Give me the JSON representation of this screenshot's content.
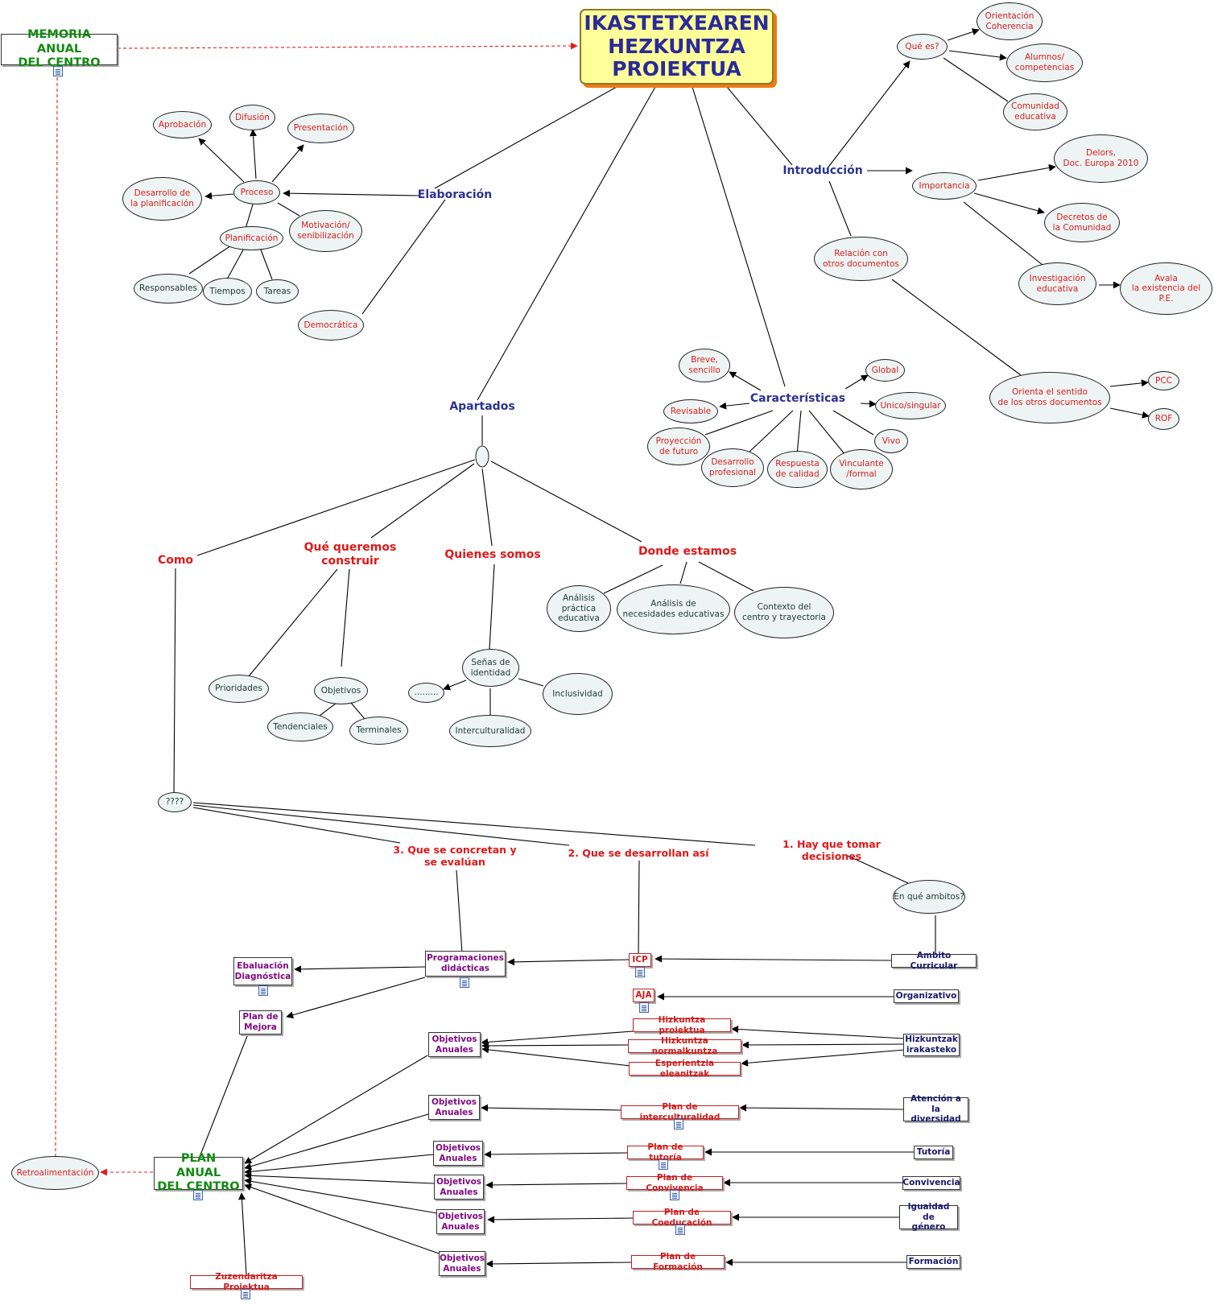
{
  "colors": {
    "title_fill": "#ffff99",
    "title_text": "#2a2a9a",
    "ellipse_fill": "#eef4f3",
    "red_text": "#d42020",
    "navy_label": "#2a3290",
    "section_red": "#e01818",
    "green_box": "#118a11",
    "purple_box": "#800a80",
    "navy_box": "#18186a",
    "feedback_line": "#e02020"
  },
  "icons": {
    "doc": "document-link-icon",
    "arrow": "arrowhead"
  },
  "title": "IKASTETXEAREN\nHEZKUNTZA\nPROIEKTUA",
  "memoria": "MEMORIA ANUAL\nDEL CENTRO",
  "elaboracion": {
    "label": "Elaboración",
    "proceso": "Proceso",
    "aprobacion": "Aprobación",
    "difusion": "Difusión",
    "presentacion": "Presentación",
    "desarrollo": "Desarrollo de\nla planificación",
    "motivacion": "Motivación/\nsenibilización",
    "planificacion": "Planificación",
    "responsables": "Responsables",
    "tiempos": "Tiempos",
    "tareas": "Tareas",
    "democratica": "Democrática"
  },
  "introduccion": {
    "label": "Introducción",
    "que_es": "Qué es?",
    "orientacion": "Orientación\nCoherencia",
    "alumnos": "Alumnos/\ncompetencias",
    "comunidad": "Comunidad\neducativa",
    "importancia": "Importancia",
    "delors": "Delors,\nDoc. Europa 2010",
    "decretos": "Decretos de\nla Comunidad",
    "investigacion": "Investigación\neducativa",
    "avala": "Avala\nla existencia del\nP.E.",
    "relacion": "Relación con\notros documentos",
    "orienta": "Orienta el sentido\nde los otros documentos",
    "pcc": "PCC",
    "rof": "ROF"
  },
  "caracteristicas": {
    "label": "Características",
    "breve": "Breve,\nsencillo",
    "revisable": "Revisable",
    "proyeccion": "Proyección\nde futuro",
    "desarrollo_prof": "Desarrollo\nprofesional",
    "respuesta": "Respuesta\nde calidad",
    "vinculante": "Vinculante\n/formal",
    "vivo": "Vivo",
    "unico": "Unico/singular",
    "global": "Global"
  },
  "apartados": {
    "label": "Apartados",
    "como": "Como",
    "que_queremos": "Qué queremos\nconstruir",
    "quienes": "Quienes somos",
    "donde": "Donde estamos",
    "prioridades": "Prioridades",
    "objetivos": "Objetivos",
    "tendenciales": "Tendenciales",
    "terminales": "Terminales",
    "senas": "Señas de\nidentidad",
    "dots": ".........",
    "inclusividad": "Inclusividad",
    "interculturalidad": "Interculturalidad",
    "analisis_practica": "Análisis\npráctica\neducativa",
    "analisis_necesidades": "Análisis de\nnecesidades educativas",
    "contexto": "Contexto del\ncentro y trayectoria"
  },
  "como": {
    "q": "????",
    "s3": "3. Que se concretan y\nse evalúan",
    "s2": "2. Que se desarrollan así",
    "s1": "1. Hay que tomar decisiones",
    "ambitos": "En qué ambitos?"
  },
  "plan": {
    "programaciones": "Programaciones\ndidácticas",
    "icp": "ICP",
    "aja": "AJA",
    "ebaluacion": "Ebaluación\nDiagnóstica",
    "mejora": "Plan de\nMejora",
    "hiz_proiektua": "Hizkuntza proiektua",
    "hiz_normal": "Hizkuntza normalkuntza",
    "esperientzia": "Esperientzia eleanitzak",
    "p_inter": "Plan de interculturalidad",
    "p_tutoria": "Plan de tutoría",
    "p_conv": "Plan de Convivencia",
    "p_coed": "Plan de Coeducación",
    "p_form": "Plan de Formación",
    "objetivos_anuales": "Objetivos\nAnuales",
    "amb_curr": "Ambito Curricular",
    "organizativo": "Organizativo",
    "hizkuntzak": "Hizkuntzak\nirakasteko",
    "atencion": "Atención a la\ndiversidad",
    "tutoria": "Tutoría",
    "convivencia": "Convivencia",
    "igualdad": "Igualdad de\ngénero",
    "formacion": "Formación",
    "pac": "PLAN ANUAL\nDEL CENTRO",
    "zuzendaritza": "Zuzendaritza Proiektua",
    "retro": "Retroalimentación"
  }
}
